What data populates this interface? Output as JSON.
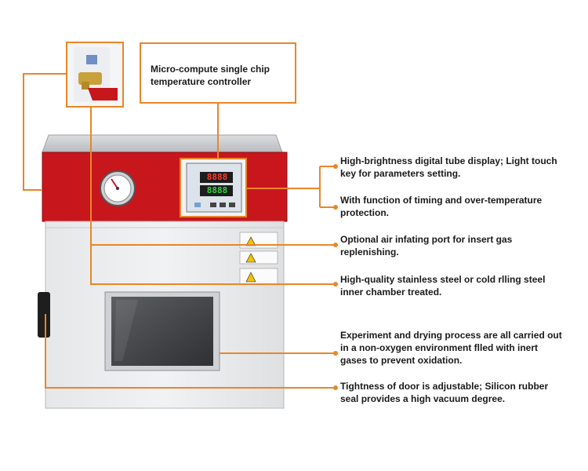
{
  "callouts": {
    "title_line1": "Micro-compute single chip",
    "title_line2": "temperature controller",
    "display_line1": "High-brightness digital tube display; Light touch",
    "display_line2": "key for parameters setting.",
    "timing_line1": "With function of timing and over-temperature",
    "timing_line2": "protection.",
    "air_line1": "Optional air infating port for insert gas",
    "air_line2": "replenishing.",
    "steel_line1": "High-quality stainless steel or cold rlling steel",
    "steel_line2": "inner chamber treated.",
    "exp_line1": "Experiment and drying process are all carried out",
    "exp_line2": "in a non-oxygen environment flled with inert",
    "exp_line3": "gases to prevent oxidation.",
    "door_line1": "Tightness of door is adjustable; Silicon rubber",
    "door_line2": "seal provides a high vacuum degree."
  },
  "colors": {
    "leader": "#e8862a",
    "panel_red": "#c8161d",
    "cabinet": "#e9eaec",
    "body_text": "#1a1a1a"
  },
  "controller": {
    "pv_value": "8888",
    "sv_value": "8888"
  }
}
